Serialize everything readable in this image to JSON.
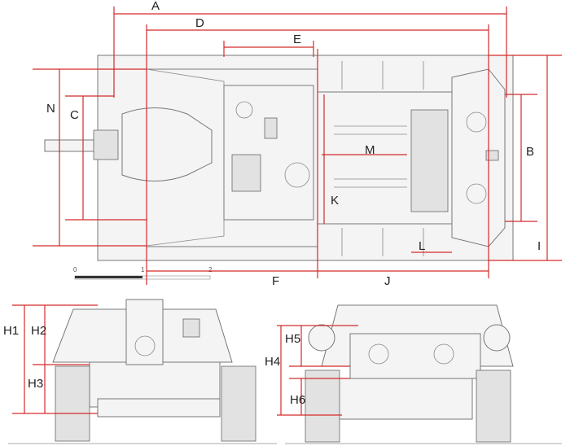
{
  "drawing": {
    "top_view_labels": {
      "A": "A",
      "B": "B",
      "C": "C",
      "D": "D",
      "E": "E",
      "F": "F",
      "I": "I",
      "J": "J",
      "K": "K",
      "L": "L",
      "M": "M",
      "N": "N"
    },
    "side_view_labels": {
      "H1": "H1",
      "H2": "H2",
      "H3": "H3",
      "H4": "H4",
      "H5": "H5",
      "H6": "H6"
    },
    "scale_bar": {
      "ticks": [
        "0",
        "1",
        "2"
      ]
    },
    "colors": {
      "dimension": "#d42a2a",
      "outline": "#777777"
    }
  }
}
